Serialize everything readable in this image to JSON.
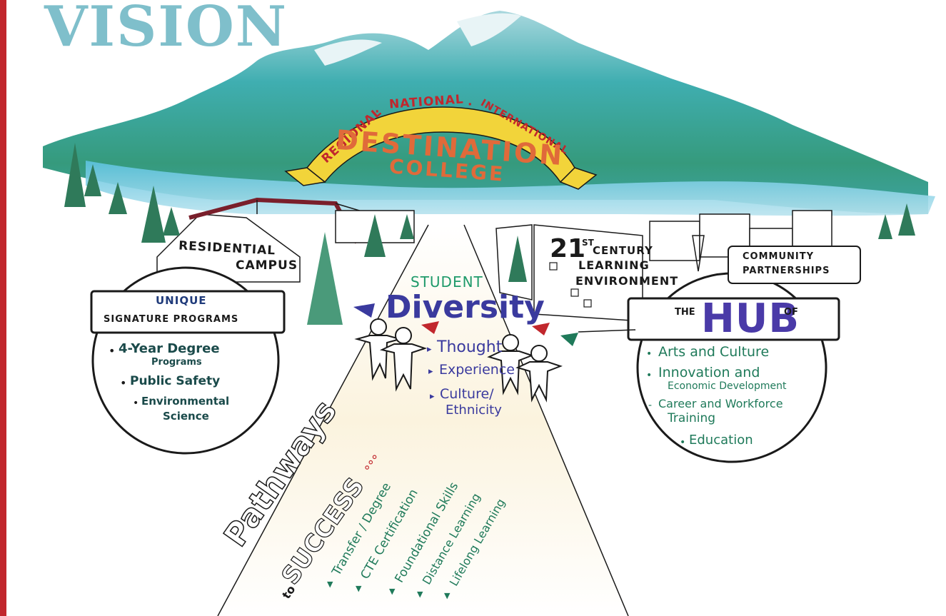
{
  "colors": {
    "border_red": "#c1272d",
    "mountain_teal": "#2aa5a8",
    "lake_blue": "#4fb8d8",
    "banner_yellow": "#f2d43a",
    "diversity_blue": "#3a3a9e",
    "green_text": "#1f7a5a",
    "ink": "#1a1a1a"
  },
  "title": {
    "text": "VISION"
  },
  "banner": {
    "arc_words": [
      "REGIONAL",
      "·",
      "NATIONAL",
      "·",
      "INTERNATIONAL"
    ],
    "line1": "DESTINATION",
    "line2": "COLLEGE"
  },
  "residential": {
    "line1": "RESIDENTIAL",
    "line2": "CAMPUS"
  },
  "century": {
    "num": "21",
    "sup": "ST",
    "line1": "CENTURY",
    "line2": "LEARNING",
    "line3": "ENVIRONMENT"
  },
  "community": {
    "line1": "COMMUNITY",
    "line2": "PARTNERSHIPS"
  },
  "signature": {
    "header1": "UNIQUE",
    "header2": "SIGNATURE PROGRAMS",
    "items": [
      {
        "bullet": "•",
        "text": "4-Year Degree",
        "sub": "Programs"
      },
      {
        "bullet": "•",
        "text": "Public Safety"
      },
      {
        "bullet": "•",
        "text": "Environmental",
        "sub": "Science"
      }
    ]
  },
  "diversity": {
    "line1": "STUDENT",
    "line2": "Diversity",
    "items": [
      {
        "bullet": "▸",
        "text": "Thought"
      },
      {
        "bullet": "▸",
        "text": "Experience"
      },
      {
        "bullet": "▸",
        "text": "Culture/",
        "sub": "Ethnicity"
      }
    ]
  },
  "hub": {
    "pre": "THE",
    "word": "HUB",
    "post": "OF",
    "items": [
      {
        "bullet": "•",
        "text": "Arts and Culture"
      },
      {
        "bullet": "•",
        "text": "Innovation and",
        "sub": "Economic Development"
      },
      {
        "bullet": "-",
        "text": "Career and Workforce",
        "sub": "Training"
      },
      {
        "bullet": "•",
        "text": "Education"
      }
    ]
  },
  "pathways": {
    "line1": "Pathways",
    "line2": "to",
    "line3": "SUCCESS",
    "dots": "°°°",
    "items": [
      {
        "bullet": "▼",
        "text": "Transfer / Degree"
      },
      {
        "bullet": "▼",
        "text": "CTE Certification"
      },
      {
        "bullet": "▼",
        "text": "Foundational Skills"
      },
      {
        "bullet": "▼",
        "text": "Distance Learning"
      },
      {
        "bullet": "▼",
        "text": "Lifelong Learning"
      }
    ]
  }
}
